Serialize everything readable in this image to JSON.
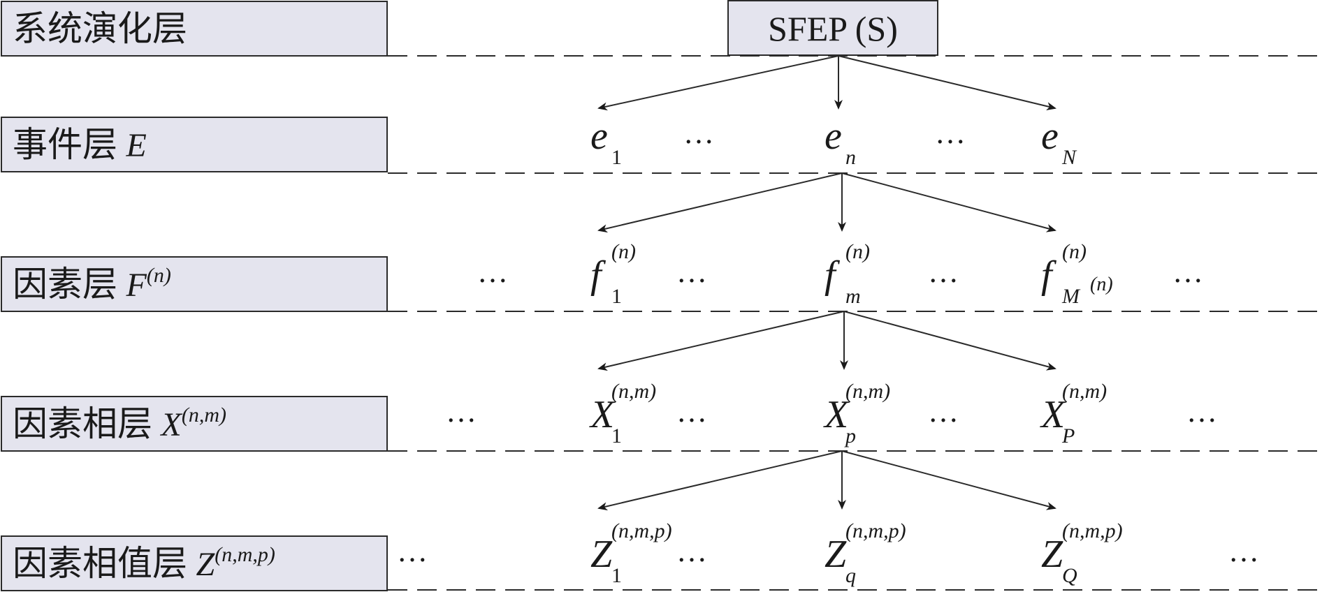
{
  "colors": {
    "box_fill": "#e4e4ee",
    "stroke": "#2a2a2a",
    "text": "#1a1a1a"
  },
  "root": {
    "label": "SFEP (S)"
  },
  "ellipsis": "…",
  "layers": [
    {
      "id": "system",
      "label": "系统演化层",
      "symbol": "",
      "symbol_sup": "",
      "nodes": []
    },
    {
      "id": "event",
      "label": "事件层",
      "symbol": "E",
      "symbol_sup": "",
      "nodes": [
        {
          "base": "e",
          "sub": "1",
          "sup": ""
        },
        {
          "base": "e",
          "sub": "n",
          "sup": ""
        },
        {
          "base": "e",
          "sub": "N",
          "sup": ""
        }
      ]
    },
    {
      "id": "factor",
      "label": "因素层",
      "symbol": "F",
      "symbol_sup": "(n)",
      "nodes": [
        {
          "base": "f",
          "sub": "1",
          "sup": "(n)"
        },
        {
          "base": "f",
          "sub": "m",
          "sup": "(n)"
        },
        {
          "base": "f",
          "sub": "M",
          "sub_sup": "(n)",
          "sup": "(n)"
        }
      ]
    },
    {
      "id": "phase",
      "label": "因素相层",
      "symbol": "X",
      "symbol_sup": "(n,m)",
      "nodes": [
        {
          "base": "X",
          "sub": "1",
          "sup": "(n,m)"
        },
        {
          "base": "X",
          "sub": "p",
          "sup": "(n,m)"
        },
        {
          "base": "X",
          "sub": "P",
          "sup": "(n,m)"
        }
      ]
    },
    {
      "id": "value",
      "label": "因素相值层",
      "symbol": "Z",
      "symbol_sup": "(n,m,p)",
      "nodes": [
        {
          "base": "Z",
          "sub": "1",
          "sup": "(n,m,p)"
        },
        {
          "base": "Z",
          "sub": "q",
          "sup": "(n,m,p)"
        },
        {
          "base": "Z",
          "sub": "Q",
          "sup": "(n,m,p)"
        }
      ]
    }
  ]
}
